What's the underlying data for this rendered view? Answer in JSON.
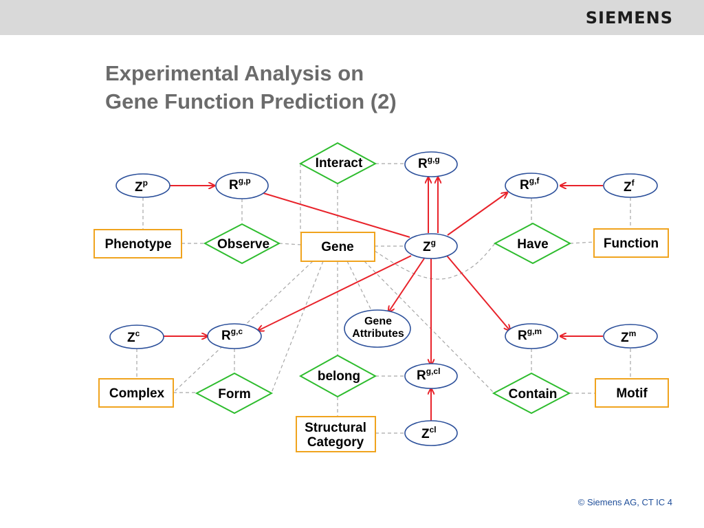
{
  "header": {
    "logo_text": "SIEMENS"
  },
  "slide": {
    "title_line1": "Experimental Analysis on",
    "title_line2": "Gene Function Prediction (2)"
  },
  "footer": {
    "copyright": "© Siemens AG, CT IC 4"
  },
  "colors": {
    "entity_border": "#f0a31d",
    "relation_border": "#2dbc2d",
    "ellipse_border": "#2b4f9a",
    "arrow": "#e8222a",
    "dashed": "#a6a6a6"
  },
  "diagram": {
    "entities": {
      "phenotype": "Phenotype",
      "gene": "Gene",
      "function": "Function",
      "complex": "Complex",
      "structural_line1": "Structural",
      "structural_line2": "Category",
      "motif": "Motif"
    },
    "relations": {
      "interact": "Interact",
      "observe": "Observe",
      "have": "Have",
      "belong": "belong",
      "form": "Form",
      "contain": "Contain"
    },
    "latents": {
      "zp": {
        "base": "Z",
        "sup": "p"
      },
      "rgp": {
        "base": "R",
        "sup": "g,p"
      },
      "rgg": {
        "base": "R",
        "sup": "g,g"
      },
      "rgf": {
        "base": "R",
        "sup": "g,f"
      },
      "zf": {
        "base": "Z",
        "sup": "f"
      },
      "zg": {
        "base": "Z",
        "sup": "g"
      },
      "zc": {
        "base": "Z",
        "sup": "c"
      },
      "rgc": {
        "base": "R",
        "sup": "g,c"
      },
      "rgm": {
        "base": "R",
        "sup": "g,m"
      },
      "zm": {
        "base": "Z",
        "sup": "m"
      },
      "rgcl": {
        "base": "R",
        "sup": "g,cl"
      },
      "zcl": {
        "base": "Z",
        "sup": "cl"
      },
      "gene_attr_line1": "Gene",
      "gene_attr_line2": "Attributes"
    }
  }
}
